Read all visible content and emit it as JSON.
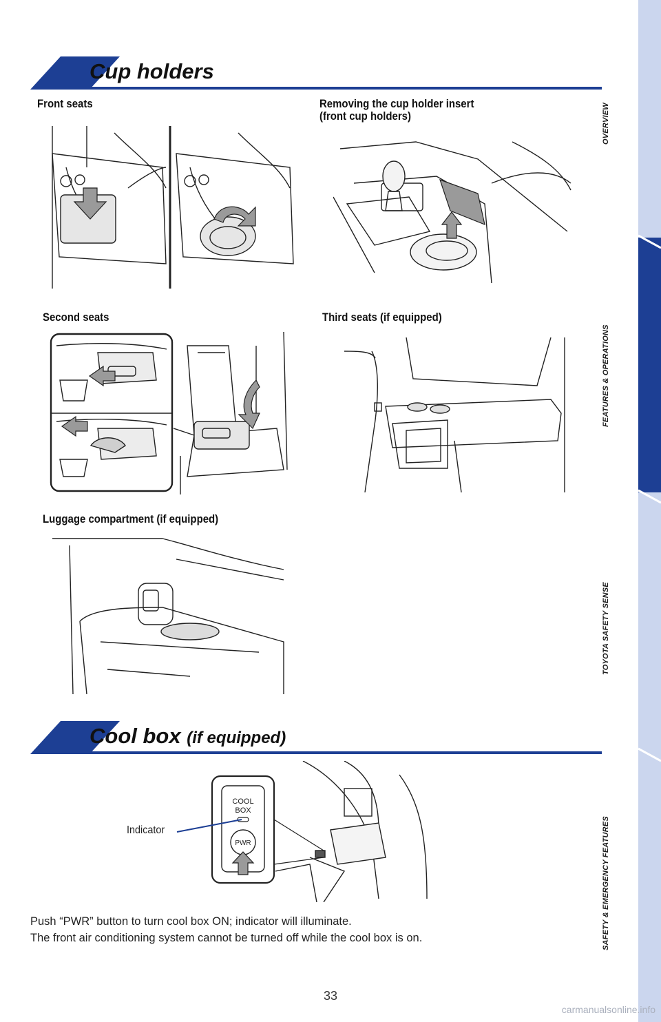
{
  "sidebar": {
    "tabs": [
      {
        "label": "OVERVIEW",
        "active": false
      },
      {
        "label": "FEATURES & OPERATIONS",
        "active": true
      },
      {
        "label": "TOYOTA SAFETY SENSE",
        "active": false
      },
      {
        "label": "SAFETY & EMERGENCY FEATURES",
        "active": false
      }
    ],
    "active_color": "#1d3f94",
    "inactive_color": "#cbd6ee"
  },
  "cup_holders": {
    "title": "Cup holders",
    "front_seats_label": "Front seats",
    "removing_label_line1": "Removing the cup holder insert",
    "removing_label_line2": "(front cup holders)",
    "second_seats_label": "Second seats",
    "third_seats_label": "Third seats (if equipped)",
    "luggage_label": "Luggage compartment (if equipped)"
  },
  "cool_box": {
    "title": "Cool box",
    "title_suffix": "(if equipped)",
    "indicator_label": "Indicator",
    "button_text_cool": "COOL",
    "button_text_box": "BOX",
    "button_text_pwr": "PWR",
    "caption_line1": "Push “PWR” button to turn cool box ON; indicator will illuminate.",
    "caption_line2": "The front air conditioning system cannot be turned off while the cool box is on."
  },
  "page_number": "33",
  "watermark": "carmanualsonline.info",
  "accent_color": "#1d3f94"
}
